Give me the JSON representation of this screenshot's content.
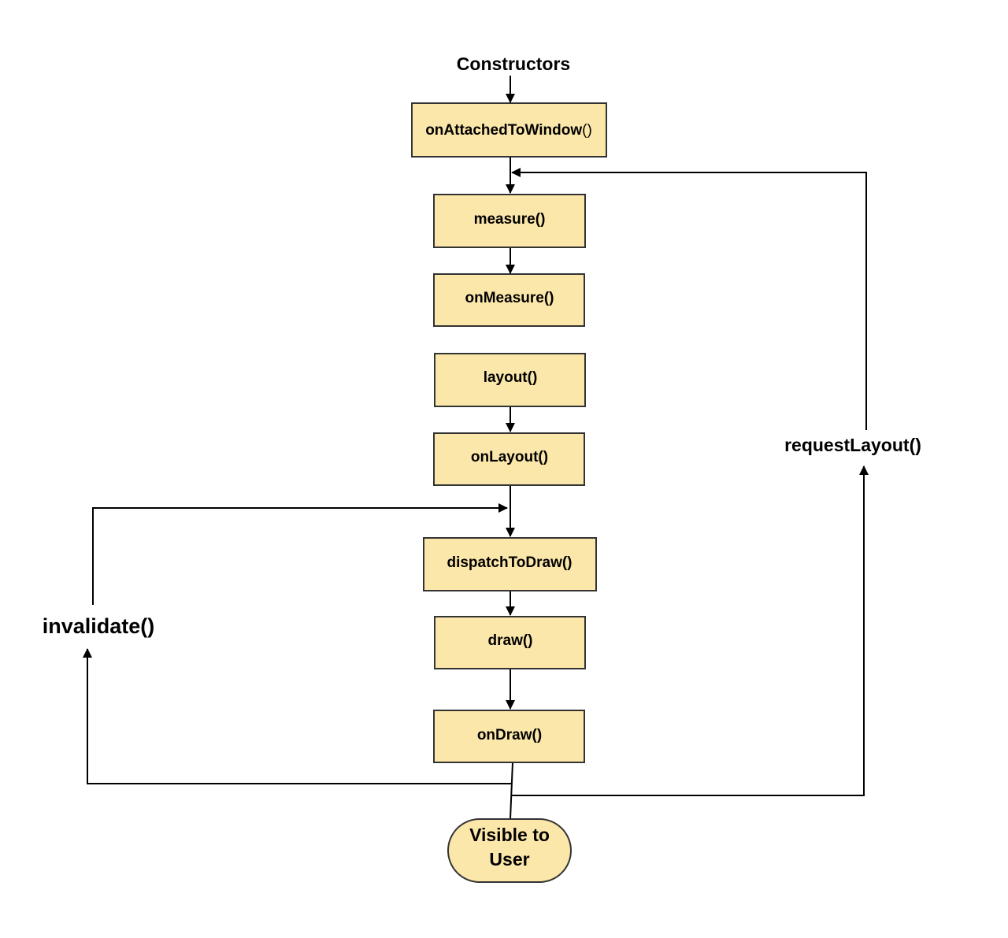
{
  "diagram": {
    "colors": {
      "box_fill": "#fce7aa",
      "box_stroke": "#333333",
      "line": "#000000",
      "background": "#ffffff"
    },
    "start_label": "Constructors",
    "nodes": {
      "onAttachedToWindow": {
        "part1": "onAttachedToWindow",
        "part2": "()"
      },
      "measure": "measure()",
      "onMeasure": "onMeasure()",
      "layout": "layout()",
      "onLayout": "onLayout()",
      "dispatchToDraw": "dispatchToDraw()",
      "draw": "draw()",
      "onDraw": "onDraw()",
      "visible": {
        "line1": "Visible to",
        "line2": "User"
      }
    },
    "loops": {
      "requestLayout": "requestLayout()",
      "invalidate": "invalidate()"
    }
  }
}
